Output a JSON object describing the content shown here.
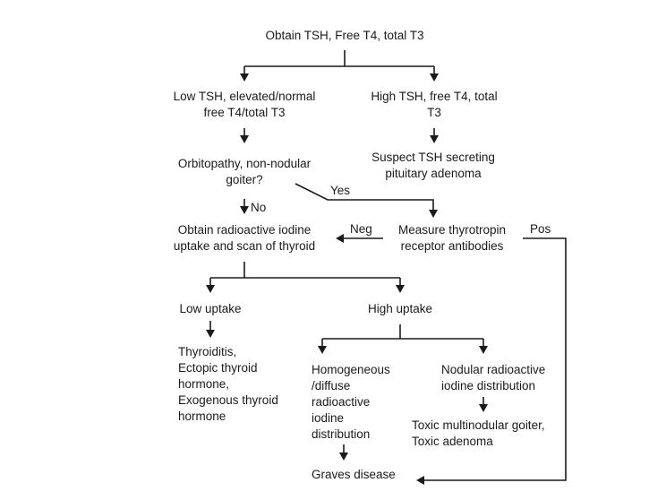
{
  "nodes": {
    "start": {
      "lines": [
        "Obtain TSH, Free T4, total T3"
      ]
    },
    "low_tsh": {
      "lines": [
        "Low TSH, elevated/normal",
        "free T4/total T3"
      ]
    },
    "high_tsh": {
      "lines": [
        "High TSH, free T4, total",
        "T3"
      ]
    },
    "orbitopathy": {
      "lines": [
        "Orbitopathy, non-nodular",
        "goiter?"
      ]
    },
    "suspect_adenoma": {
      "lines": [
        "Suspect TSH secreting",
        "pituitary adenoma"
      ]
    },
    "radioactive_iodine": {
      "lines": [
        "Obtain radioactive iodine",
        "uptake and scan of thyroid"
      ]
    },
    "measure_antibodies": {
      "lines": [
        "Measure thyrotropin",
        "receptor antibodies"
      ]
    },
    "low_uptake": {
      "lines": [
        "Low uptake"
      ]
    },
    "high_uptake": {
      "lines": [
        "High uptake"
      ]
    },
    "thyroiditis": {
      "lines": [
        "Thyroiditis,",
        "Ectopic thyroid",
        "hormone,",
        "Exogenous thyroid",
        "hormone"
      ]
    },
    "homogeneous": {
      "lines": [
        "Homogeneous",
        "/diffuse",
        "radioactive",
        "iodine",
        "distribution"
      ]
    },
    "nodular": {
      "lines": [
        "Nodular radioactive",
        "iodine distribution"
      ]
    },
    "toxic": {
      "lines": [
        "Toxic multinodular goiter,",
        "Toxic adenoma"
      ]
    },
    "graves": {
      "lines": [
        "Graves disease"
      ]
    }
  },
  "edge_labels": {
    "yes": "Yes",
    "no": "No",
    "neg": "Neg",
    "pos": "Pos"
  }
}
